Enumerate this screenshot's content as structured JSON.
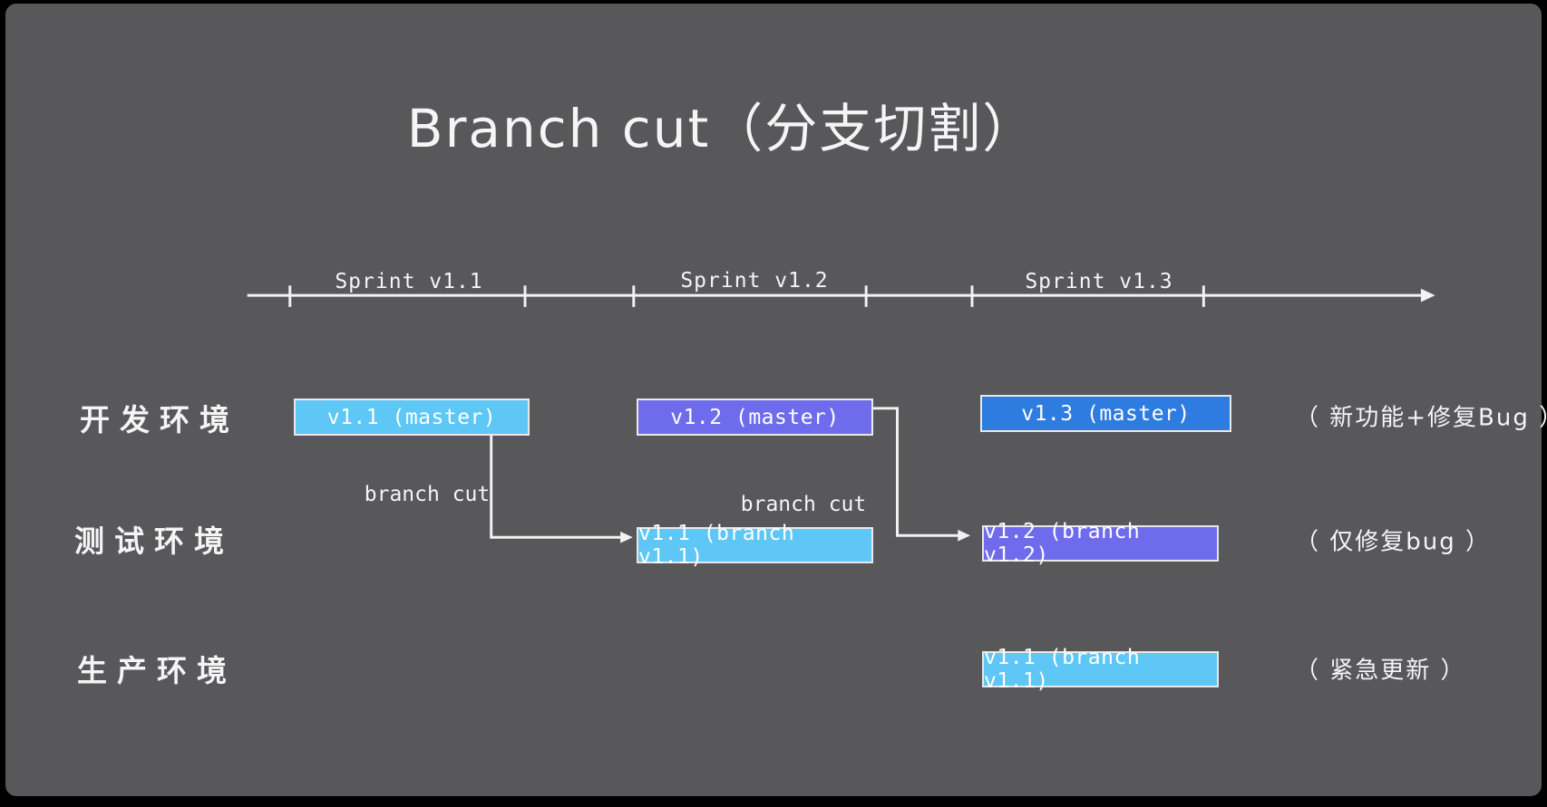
{
  "title": "Branch cut（分支切割）",
  "timeline": {
    "sprints": [
      {
        "label": "Sprint v1.1"
      },
      {
        "label": "Sprint v1.2"
      },
      {
        "label": "Sprint v1.3"
      }
    ]
  },
  "rows": [
    {
      "label": "开发环境",
      "annotation": "（ 新功能+修复Bug ）"
    },
    {
      "label": "测试环境",
      "annotation": "（ 仅修复bug ）"
    },
    {
      "label": "生产环境",
      "annotation": "（ 紧急更新 ）"
    }
  ],
  "boxes": [
    {
      "label": "v1.1 (master)",
      "color_key": "sky",
      "row": "开发环境"
    },
    {
      "label": "v1.2 (master)",
      "color_key": "indigo",
      "row": "开发环境"
    },
    {
      "label": "v1.3 (master)",
      "color_key": "blue",
      "row": "开发环境"
    },
    {
      "label": "v1.1 (branch v1.1)",
      "color_key": "sky",
      "row": "测试环境"
    },
    {
      "label": "v1.2 (branch v1.2)",
      "color_key": "indigo",
      "row": "测试环境"
    },
    {
      "label": "v1.1 (branch v1.1)",
      "color_key": "sky",
      "row": "生产环境"
    }
  ],
  "connector_labels": [
    {
      "text": "branch cut"
    },
    {
      "text": "branch cut"
    }
  ],
  "colors": {
    "background": "#58575A",
    "frame": "#000000",
    "stroke": "#F2F2F2",
    "box_border": "#E8E8E8",
    "sky": "#5EC7F5",
    "indigo": "#6E6CEC",
    "blue": "#2E7CDF",
    "text": "#F5F5F5"
  }
}
